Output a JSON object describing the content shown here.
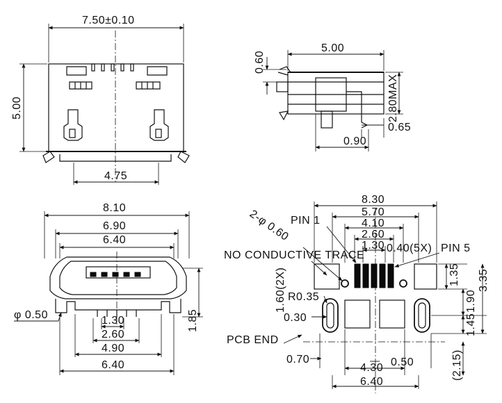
{
  "front_view": {
    "width_dim": "7.50±0.10",
    "height_dim": "5.00",
    "slot_dim": "4.75"
  },
  "side_view": {
    "top_dim": "0.60",
    "length_dim": "5.00",
    "height_dim": "2.80MAX",
    "lead_dim": "0.65",
    "offset_dim": "0.90"
  },
  "bottom_view": {
    "outer_width": "8.10",
    "mid_width": "6.90",
    "inner_width": "6.40",
    "post_dia": "φ 0.50",
    "pitch": "1.30",
    "pin_span": "2.60",
    "post_span": "4.90",
    "base_width": "6.40",
    "height": "1.85"
  },
  "footprint": {
    "overall": "8.30",
    "w_570": "5.70",
    "w_410": "4.10",
    "w_260": "2.60",
    "w_130": "1.30",
    "pin1_label": "PIN 1",
    "pin5_label": "PIN 5",
    "hole_label": "2-φ 0.60",
    "no_trace_label": "NO CONDUCTIVE TRACE",
    "pad_width": "0.40(5X)",
    "slot_width": "1.60(2X)",
    "radius": "R0.35",
    "slot_dia": "0.30",
    "pcb_end": "PCB END",
    "edge_070": "0.70",
    "pitch_430": "4.30",
    "gap_050": "0.50",
    "bottom_640": "6.40",
    "v_135": "1.35",
    "v_335": "3.35",
    "v_190": "1.90",
    "v_145": "1.45",
    "v_215": "(2.15)"
  }
}
